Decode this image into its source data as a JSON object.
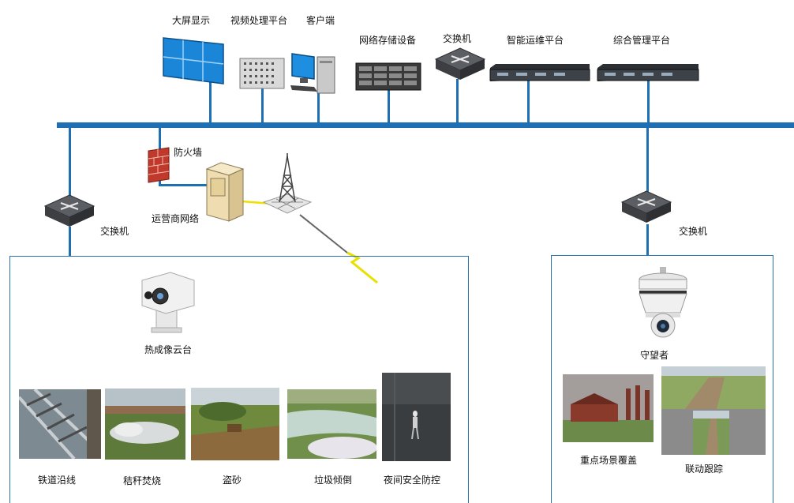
{
  "top_devices": {
    "video_wall": "大屏显示",
    "video_processing": "视频处理平台",
    "client": "客户端",
    "storage": "网络存储设备",
    "switch": "交换机",
    "ops_platform": "智能运维平台",
    "management_platform": "综合管理平台"
  },
  "left_branch": {
    "switch": "交换机",
    "firewall": "防火墙",
    "carrier_network": "运营商网络",
    "camera": "热成像云台",
    "scenarios": [
      "铁道沿线",
      "秸秆焚烧",
      "盗砂",
      "垃圾倾倒",
      "夜间安全防控"
    ]
  },
  "right_branch": {
    "switch": "交换机",
    "camera": "守望者",
    "scenarios": [
      "重点场景覆盖",
      "联动跟踪"
    ]
  },
  "colors": {
    "bus": "#1f6fb5",
    "box_border": "#2a6fb0",
    "yellow_link": "#f0e000"
  }
}
